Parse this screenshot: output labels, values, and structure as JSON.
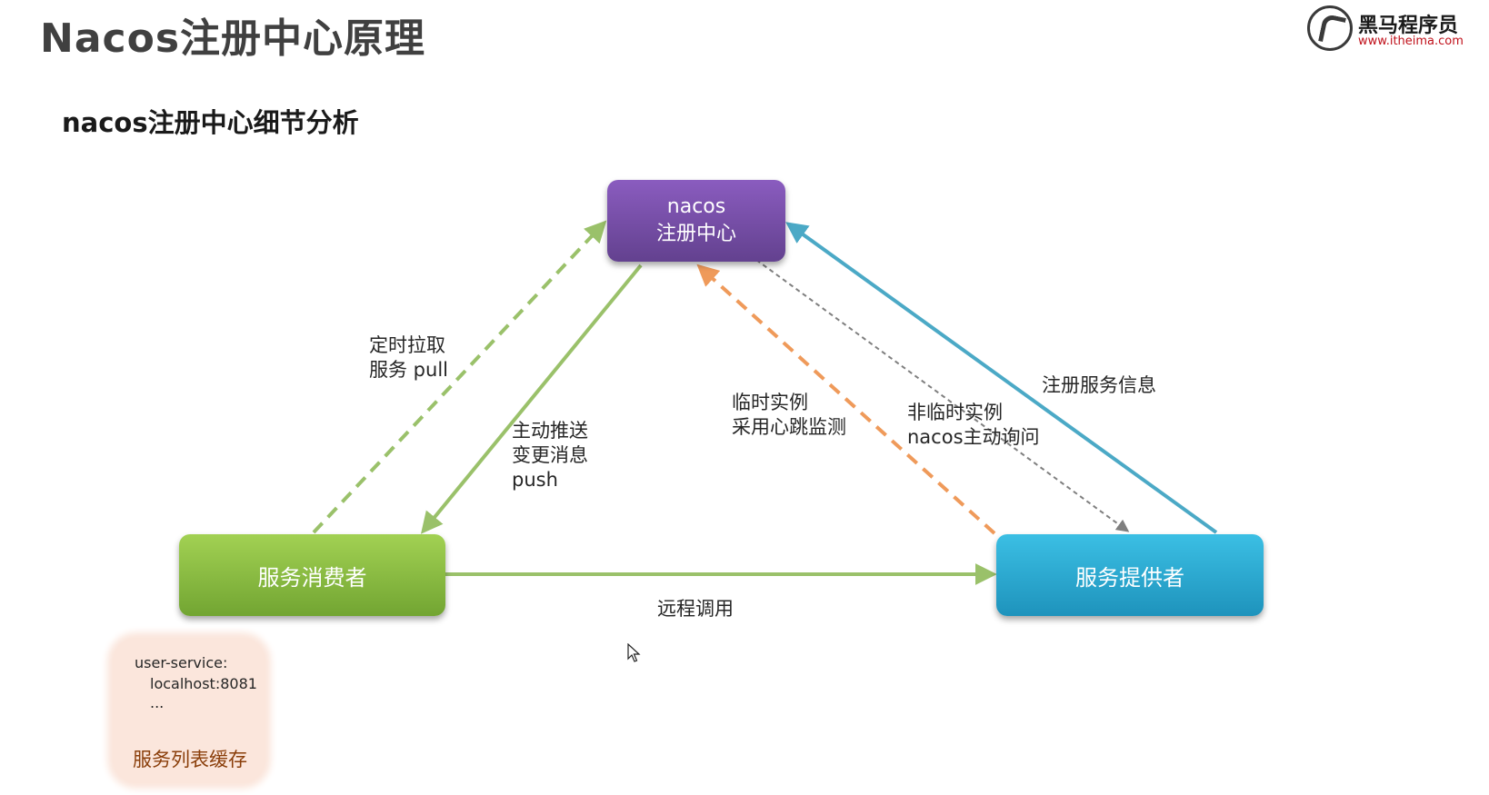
{
  "title": "Nacos注册中心原理",
  "subtitle": "nacos注册中心细节分析",
  "logo": {
    "name_cn": "黑马程序员",
    "url": "www.itheima.com"
  },
  "nodes": {
    "registry": {
      "line1": "nacos",
      "line2": "注册中心",
      "color": "#7a50ab"
    },
    "consumer": {
      "label": "服务消费者",
      "color": "#8fc045"
    },
    "provider": {
      "label": "服务提供者",
      "color": "#2aa9d4"
    }
  },
  "edges": {
    "pull": {
      "line1": "定时拉取",
      "line2": "服务 pull",
      "color": "#9ac16a"
    },
    "push": {
      "line1": "主动推送",
      "line2": "变更消息",
      "line3": "push",
      "color": "#9ac16a"
    },
    "heartbeat": {
      "line1": "临时实例",
      "line2": "采用心跳监测",
      "color": "#ef9a5a"
    },
    "probe": {
      "line1": "非临时实例",
      "line2": "nacos主动询问",
      "color": "#7f7f7f"
    },
    "register": {
      "label": "注册服务信息",
      "color": "#4ba9c6"
    },
    "remote_call": {
      "label": "远程调用",
      "color": "#9ac16a"
    }
  },
  "cache": {
    "line1": "user-service:",
    "line2": "localhost:8081",
    "line3": "...",
    "title": "服务列表缓存",
    "color": "#fbe6dc"
  }
}
